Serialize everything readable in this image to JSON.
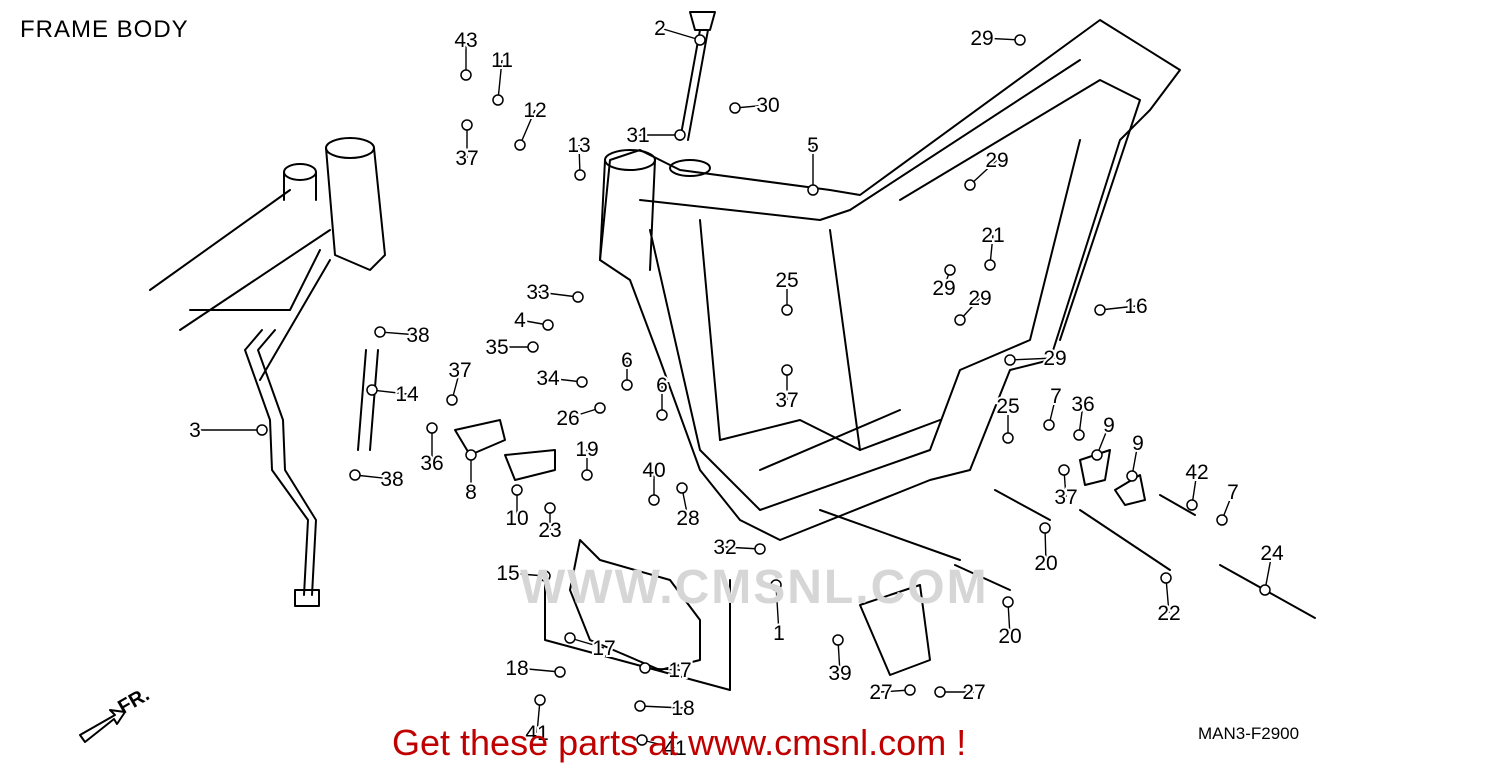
{
  "header": {
    "title": "FRAME BODY"
  },
  "footer": {
    "diagram_code": "MAN3-F2900",
    "promo_text": "Get these parts at www.cmsnl.com !"
  },
  "watermark": {
    "text": "WWW.CMSNL.COM"
  },
  "direction": {
    "label": "FR."
  },
  "colors": {
    "promo": "#c00000",
    "line": "#000000",
    "watermark": "#d6d6d6"
  },
  "callouts": [
    {
      "n": "2"
    },
    {
      "n": "43"
    },
    {
      "n": "11"
    },
    {
      "n": "12"
    },
    {
      "n": "37"
    },
    {
      "n": "13"
    },
    {
      "n": "30"
    },
    {
      "n": "31"
    },
    {
      "n": "5"
    },
    {
      "n": "29"
    },
    {
      "n": "29"
    },
    {
      "n": "21"
    },
    {
      "n": "29"
    },
    {
      "n": "29"
    },
    {
      "n": "16"
    },
    {
      "n": "29"
    },
    {
      "n": "25"
    },
    {
      "n": "33"
    },
    {
      "n": "4"
    },
    {
      "n": "35"
    },
    {
      "n": "38"
    },
    {
      "n": "14"
    },
    {
      "n": "3"
    },
    {
      "n": "37"
    },
    {
      "n": "36"
    },
    {
      "n": "38"
    },
    {
      "n": "34"
    },
    {
      "n": "6"
    },
    {
      "n": "6"
    },
    {
      "n": "26"
    },
    {
      "n": "37"
    },
    {
      "n": "19"
    },
    {
      "n": "8"
    },
    {
      "n": "10"
    },
    {
      "n": "23"
    },
    {
      "n": "40"
    },
    {
      "n": "28"
    },
    {
      "n": "25"
    },
    {
      "n": "7"
    },
    {
      "n": "36"
    },
    {
      "n": "9"
    },
    {
      "n": "9"
    },
    {
      "n": "37"
    },
    {
      "n": "42"
    },
    {
      "n": "7"
    },
    {
      "n": "20"
    },
    {
      "n": "24"
    },
    {
      "n": "32"
    },
    {
      "n": "15"
    },
    {
      "n": "1"
    },
    {
      "n": "20"
    },
    {
      "n": "22"
    },
    {
      "n": "17"
    },
    {
      "n": "18"
    },
    {
      "n": "17"
    },
    {
      "n": "39"
    },
    {
      "n": "27"
    },
    {
      "n": "27"
    },
    {
      "n": "18"
    },
    {
      "n": "41"
    },
    {
      "n": "41"
    }
  ]
}
